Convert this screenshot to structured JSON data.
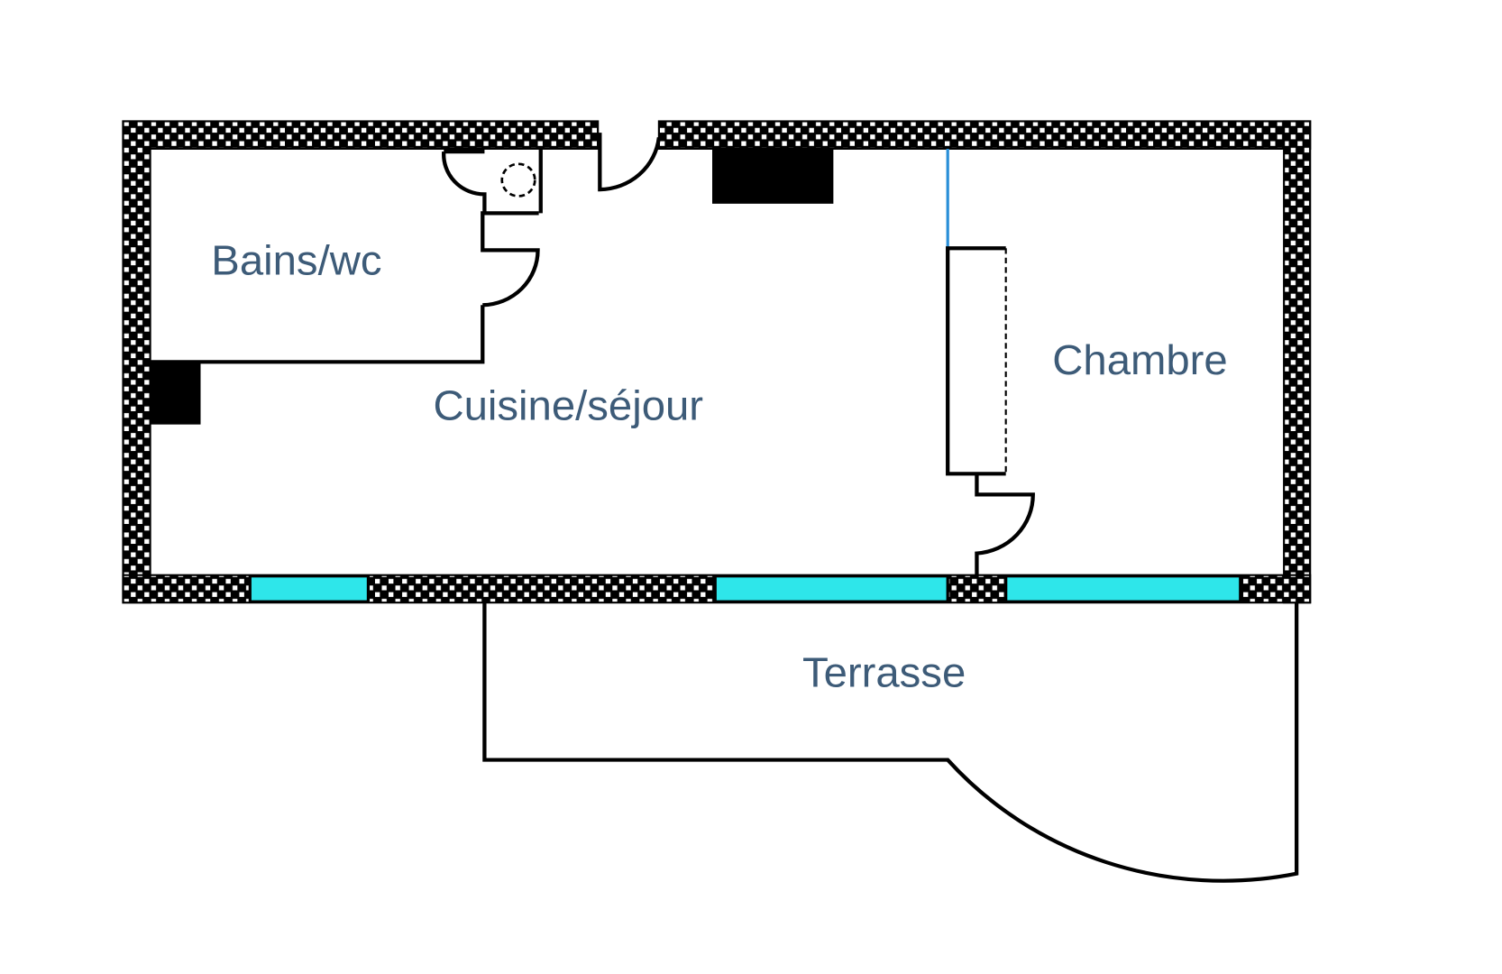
{
  "rooms": {
    "bathroom": "Bains/wc",
    "kitchen_living": "Cuisine/séjour",
    "bedroom": "Chambre",
    "terrace": "Terrasse"
  },
  "colors": {
    "window": "#2ee6ea",
    "partition_blue": "#2a8fd8",
    "label": "#3d5b78",
    "wall": "#000000"
  }
}
